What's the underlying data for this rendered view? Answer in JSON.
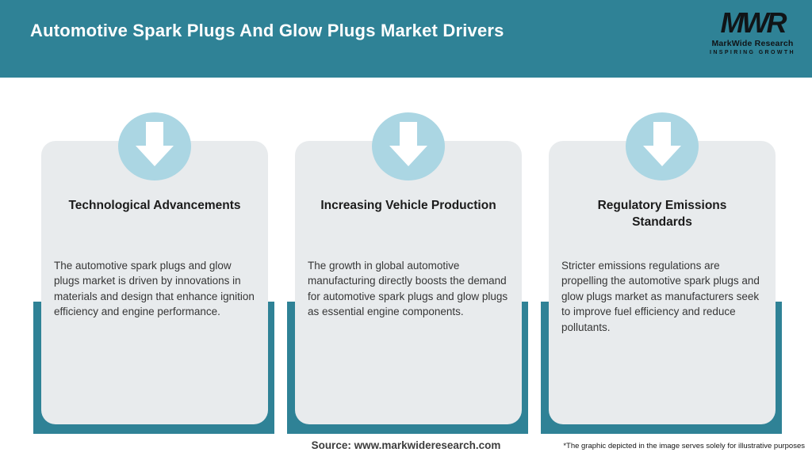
{
  "header": {
    "title": "Automotive Spark Plugs And Glow Plugs Market Drivers",
    "logo": {
      "monogram": "MWR",
      "name": "MarkWide Research",
      "tagline": "INSPIRING GROWTH"
    }
  },
  "cards": [
    {
      "title": "Technological Advancements",
      "body": "The automotive spark plugs and glow plugs market is driven by innovations in materials and design that enhance ignition efficiency and engine performance."
    },
    {
      "title": "Increasing Vehicle Production",
      "body": "The growth in global automotive manufacturing directly boosts the demand for automotive spark plugs and glow plugs as essential engine components."
    },
    {
      "title": "Regulatory Emissions Standards",
      "body": "Stricter emissions regulations are propelling the automotive spark plugs and glow plugs market as manufacturers seek to improve fuel efficiency and reduce pollutants."
    }
  ],
  "footer": {
    "source": "Source: www.markwideresearch.com",
    "disclaimer": "*The graphic depicted in the image serves solely for illustrative purposes"
  },
  "colors": {
    "header_teal": "#2F8296",
    "backdrop_teal": "#2F8296",
    "card_background": "#E8EBED",
    "circle_blue": "#ABD6E3",
    "arrow_white": "#FFFFFF"
  }
}
